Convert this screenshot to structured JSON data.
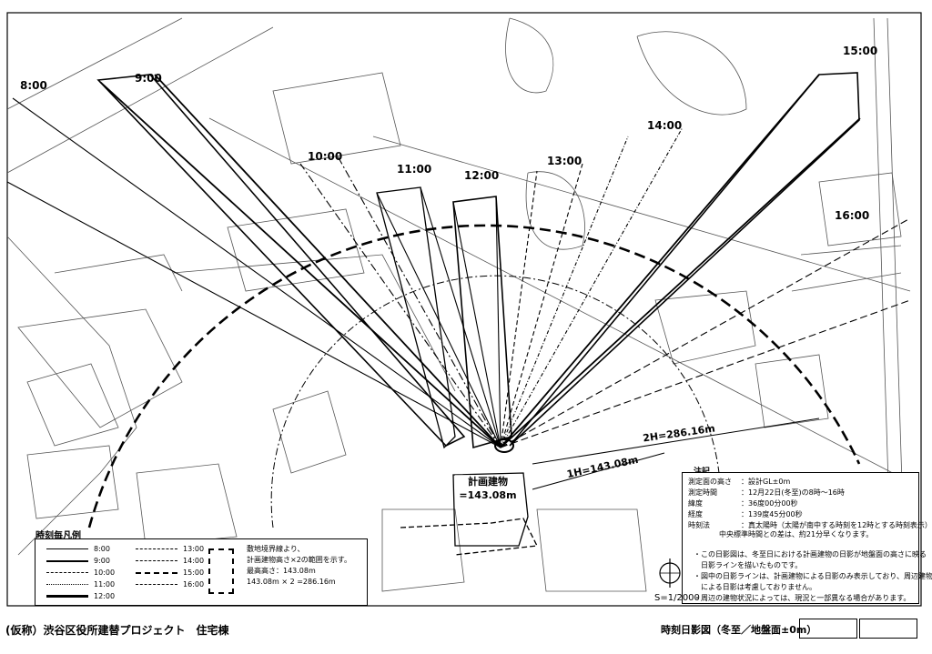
{
  "time_labels": [
    {
      "id": "8",
      "text": "8:00"
    },
    {
      "id": "9",
      "text": "9:00"
    },
    {
      "id": "10",
      "text": "10:00"
    },
    {
      "id": "11",
      "text": "11:00"
    },
    {
      "id": "12",
      "text": "12:00"
    },
    {
      "id": "13",
      "text": "13:00"
    },
    {
      "id": "14",
      "text": "14:00"
    },
    {
      "id": "15",
      "text": "15:00"
    },
    {
      "id": "16",
      "text": "16:00"
    }
  ],
  "building": {
    "label": "計画建物",
    "height": "=143.08m"
  },
  "measures": {
    "one_h": "1H=143.08m",
    "two_h": "2H=286.16m"
  },
  "legend": {
    "title": "時刻毎凡例",
    "left_items": [
      "8:00",
      "9:00",
      "10:00",
      "11:00",
      "12:00"
    ],
    "right_items": [
      "13:00",
      "14:00",
      "15:00",
      "16:00"
    ],
    "note_lines": [
      "敷地境界線より、",
      "計画建物高さ×2の範囲を示す。",
      "最高高さ：143.08m",
      "143.08m × 2 =286.16m"
    ]
  },
  "notes": {
    "title": "注記",
    "rows": [
      {
        "key": "測定面の高さ",
        "value": "：設計GL±0m"
      },
      {
        "key": "測定時間",
        "value": "：12月22日(冬至)の8時〜16時"
      },
      {
        "key": "緯度",
        "value": "：36度00分00秒"
      },
      {
        "key": "経度",
        "value": "：139度45分00秒"
      },
      {
        "key": "時刻法",
        "value": "：真太陽時（太陽が南中する時刻を12時とする時刻表示）"
      }
    ],
    "extra": "中央標準時間との差は、約21分早くなります。",
    "bullets": [
      "・この日影図は、冬至日における計画建物の日影が地盤面の高さに映る",
      "　日影ラインを描いたものです。",
      "・図中の日影ラインは、計画建物による日影のみ表示しており、周辺建物等",
      "　による日影は考慮しておりません。",
      "・周辺の建物状況によっては、現況と一部異なる場合があります。"
    ]
  },
  "scale": "S=1/2000",
  "footer": {
    "project": "(仮称）渋谷区役所建替プロジェクト　住宅棟",
    "drawing": "時刻日影図（冬至／地盤面±0m）"
  }
}
